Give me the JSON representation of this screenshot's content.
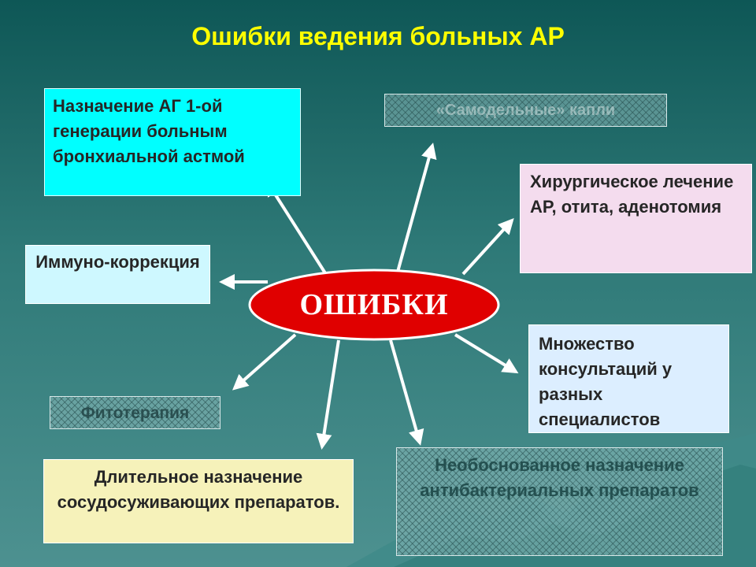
{
  "title": "Ошибки ведения больных АР",
  "center": {
    "label": "ОШИБКИ",
    "fill": "#e00000",
    "stroke": "#ffffff"
  },
  "boxes": {
    "antihistamines": "Назначение АГ 1-ой генерации больным бронхиальной астмой",
    "homemade_drops": "«Самодельные» капли",
    "surgery": "Хирургическое лечение  АР, отита, аденотомия",
    "immunocorrection": "Иммуно-коррекция",
    "consultations": "Множество консультаций у разных специалистов",
    "phytotherapy": "Фитотерапия",
    "vasoconstrictors": "Длительное назначение сосудосуживающих препаратов.",
    "antibiotics": "Необоснованное назначение антибактериальных препаратов"
  },
  "colors": {
    "title": "#ffff00",
    "background_top": "#0e5756",
    "background_bottom": "#4d9190",
    "antihistamines_box": "#00ffff",
    "surgery_box": "#f4dcee",
    "immunocorrection_box": "#cef8ff",
    "consultations_box": "#dceeff",
    "vasoconstrictors_box": "#f6f2ba",
    "arrow": "#ffffff"
  }
}
